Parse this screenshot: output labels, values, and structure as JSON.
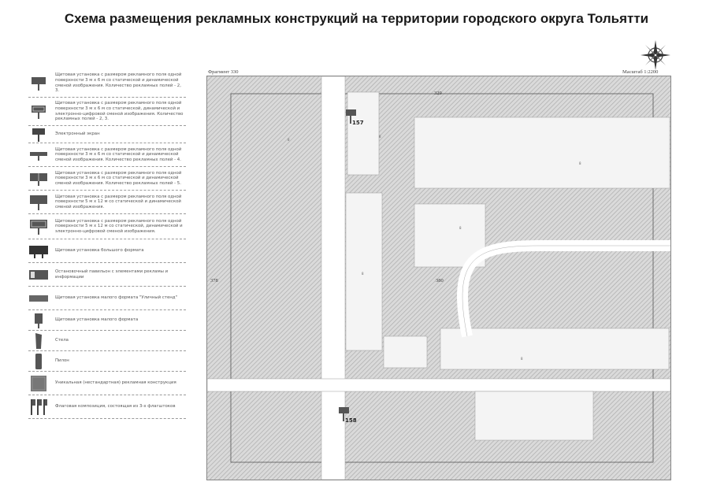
{
  "title": "Схема размещения рекламных конструкций на территории городского округа Тольятти",
  "map": {
    "fragment_label": "Фрагмент 330",
    "scale_label": "Масштаб 1:2200",
    "sheet_numbers": {
      "top": "329",
      "left": "378",
      "center": "380"
    },
    "markers": [
      {
        "id": "157"
      },
      {
        "id": "158"
      }
    ],
    "colors": {
      "hatch": "#c8c8c8",
      "road": "#ffffff",
      "marker": "#555555"
    }
  },
  "legend": [
    {
      "icon": "billboard-3x6-icon",
      "text": "Щитовая установка с размером рекламного поля одной поверхности 3 м х 6 м со статической и динамической сменой изображения. Количество рекламных полей - 2, 3."
    },
    {
      "icon": "billboard-3x6-digital-icon",
      "text": "Щитовая установка с размером рекламного поля одной поверхности 3 м х 6 м со статической, динамической и электронно-цифровой сменой изображения. Количество рекламных полей - 2, 3."
    },
    {
      "icon": "electronic-screen-icon",
      "text": "Электронный экран"
    },
    {
      "icon": "billboard-4-fields-icon",
      "text": "Щитовая установка с размером рекламного поля одной поверхности 3 м х 6 м со статической и динамической сменой изображения. Количество рекламных полей - 4."
    },
    {
      "icon": "billboard-5-fields-icon",
      "text": "Щитовая установка с размером рекламного поля одной поверхности 3 м х 6 м со статической и динамической сменой изображения. Количество рекламных полей - 5."
    },
    {
      "icon": "billboard-5x12-icon",
      "text": "Щитовая установка с размером рекламного поля одной поверхности 5 м х 12 м со статической и динамической сменой изображения."
    },
    {
      "icon": "billboard-5x12-digital-icon",
      "text": "Щитовая установка с размером рекламного поля одной поверхности 5 м х 12 м со статической, динамической и электронно-цифровой сменой изображения."
    },
    {
      "icon": "large-format-billboard-icon",
      "text": "Щитовая установка большого формата"
    },
    {
      "icon": "bus-stop-pavilion-icon",
      "text": "Остановочный павильон с элементами рекламы и информации"
    },
    {
      "icon": "small-format-city-stand-icon",
      "text": "Щитовая установка малого формата \"Уличный стенд\""
    },
    {
      "icon": "small-format-billboard-icon",
      "text": "Щитовая установка малого формата"
    },
    {
      "icon": "stele-icon",
      "text": "Стела"
    },
    {
      "icon": "pylon-icon",
      "text": "Пилон"
    },
    {
      "icon": "unique-construction-icon",
      "text": "Уникальная (нестандартная) рекламная конструкция"
    },
    {
      "icon": "flag-composition-icon",
      "text": "Флаговая композиция, состоящая из 3-х флагштоков"
    }
  ]
}
